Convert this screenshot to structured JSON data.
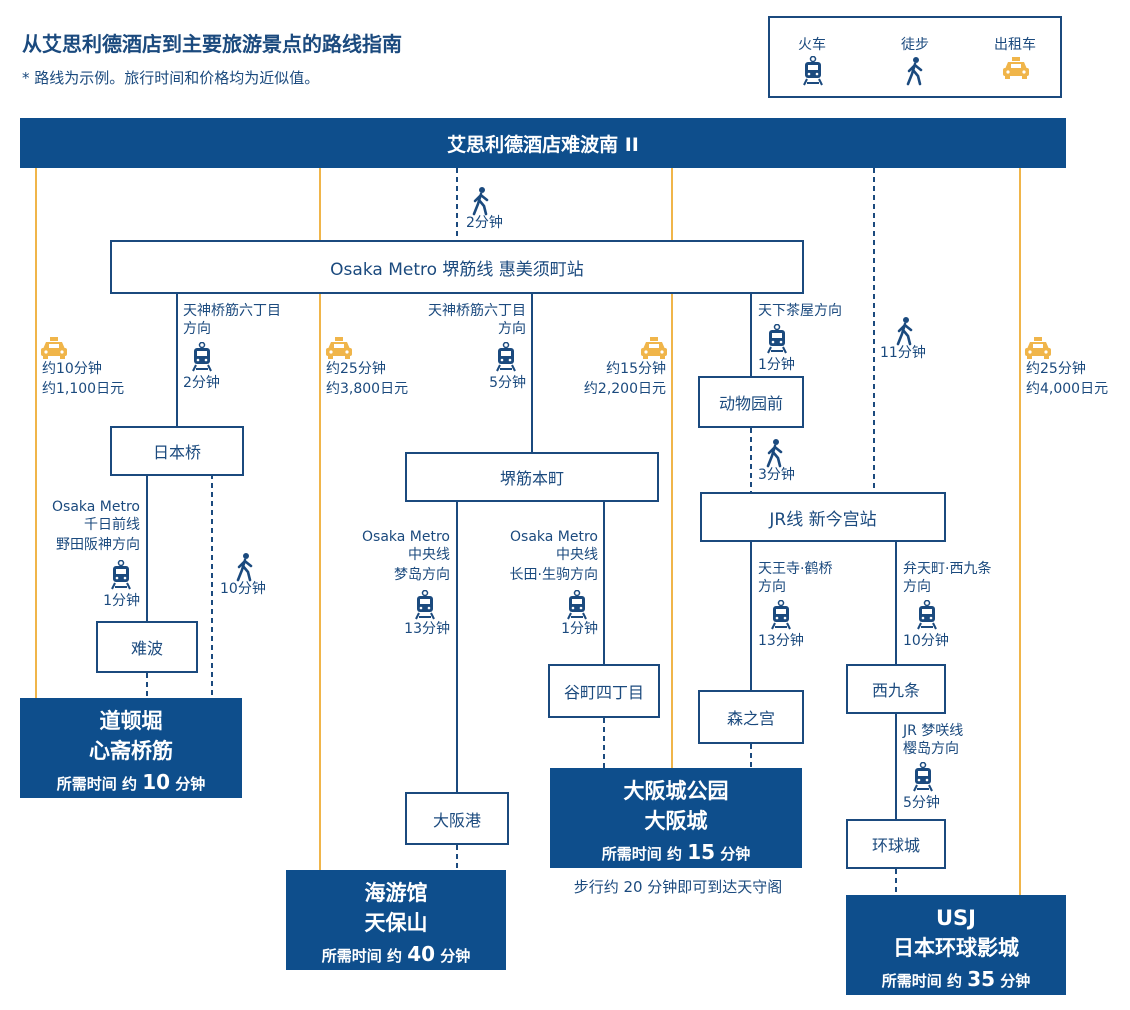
{
  "title": "从艾思利德酒店到主要旅游景点的路线指南",
  "note": "* 路线为示例。旅行时间和价格均为近似值。",
  "legend": {
    "train": "火车",
    "walk": "徒步",
    "taxi": "出租车"
  },
  "hotel": "艾思利德酒店难波南 II",
  "colors": {
    "navy": "#0e4e8c",
    "taxi_line": "#f0b54a",
    "text": "#1b4a7e"
  },
  "walk_hotel_ebisu": "2分钟",
  "station_ebisu": "Osaka Metro 堺筋线 惠美须町站",
  "taxi1": {
    "time": "约10分钟",
    "price": "约1,100日元"
  },
  "taxi2": {
    "time": "约25分钟",
    "price": "约3,800日元"
  },
  "taxi3": {
    "time": "约15分钟",
    "price": "约2,200日元"
  },
  "taxi4": {
    "time": "约25分钟",
    "price": "约4,000日元"
  },
  "route_a": {
    "dir1": "天神桥筋六丁目",
    "dir2": "方向",
    "time": "2分钟"
  },
  "route_b": {
    "dir1": "天神桥筋六丁目",
    "dir2": "方向",
    "time": "5分钟"
  },
  "route_c": {
    "dir": "天下茶屋方向",
    "time": "1分钟"
  },
  "walk_hotel_shinimamiya": "11分钟",
  "station_nipponbashi": "日本桥",
  "station_sakaisuji": "堺筋本町",
  "station_dobutsuen": "动物园前",
  "walk_dobutsuen": "3分钟",
  "station_shinimamiya": "JR线  新今宫站",
  "route_d": {
    "l1": "Osaka Metro",
    "l2": "千日前线",
    "l3": "野田阪神方向",
    "time": "1分钟"
  },
  "walk_nipponbashi": "10分钟",
  "route_e": {
    "l1": "Osaka Metro",
    "l2": "中央线",
    "l3": "梦岛方向",
    "time": "13分钟"
  },
  "route_f": {
    "l1": "Osaka Metro",
    "l2": "中央线",
    "l3": "长田·生驹方向",
    "time": "1分钟"
  },
  "route_g": {
    "l1": "天王寺·鹤桥",
    "l2": "方向",
    "time": "13分钟"
  },
  "route_h": {
    "l1": "弁天町·西九条",
    "l2": "方向",
    "time": "10分钟"
  },
  "station_namba": "难波",
  "station_tanimachi": "谷町四丁目",
  "station_morinomiya": "森之宫",
  "station_nishikujo": "西九条",
  "route_i": {
    "l1": "JR 梦咲线",
    "l2": "樱岛方向",
    "time": "5分钟"
  },
  "station_osakako": "大阪港",
  "station_universal": "环球城",
  "dest1": {
    "n1": "道顿堀",
    "n2": "心斋桥筋",
    "pre": "所需时间 约 ",
    "num": "10",
    "post": " 分钟"
  },
  "dest2": {
    "n1": "海游馆",
    "n2": "天保山",
    "pre": "所需时间 约 ",
    "num": "40",
    "post": " 分钟"
  },
  "dest3": {
    "n1": "大阪城公园",
    "n2": "大阪城",
    "pre": "所需时间 约 ",
    "num": "15",
    "post": " 分钟"
  },
  "dest4": {
    "n1": "USJ",
    "n2": "日本环球影城",
    "pre": "所需时间 约 ",
    "num": "35",
    "post": " 分钟"
  },
  "castle_note": "步行约 20 分钟即可到达天守阁"
}
